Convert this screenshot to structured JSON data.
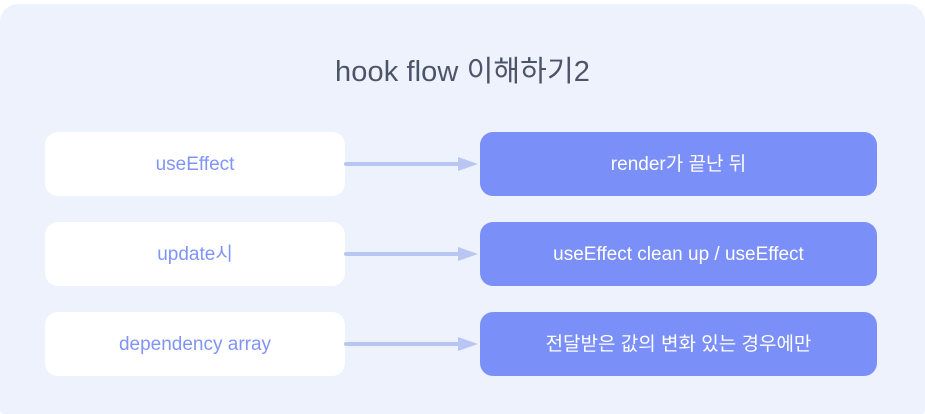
{
  "slide": {
    "title": "hook flow 이해하기2",
    "background_color": "#eef2fd",
    "title_color": "#4c5468",
    "left_node_bg": "#ffffff",
    "left_node_text_color": "#8094f8",
    "right_node_bg": "#7b8ff8",
    "right_node_text_color": "#ffffff",
    "connector_color": "#b9c6f3"
  },
  "rows": [
    {
      "left_label": "useEffect",
      "connector_icon": "arrow-right-icon",
      "right_label": "render가 끝난 뒤"
    },
    {
      "left_label": "update시",
      "connector_icon": "arrow-right-icon",
      "right_label": "useEffect clean up / useEffect"
    },
    {
      "left_label": "dependency array",
      "connector_icon": "arrow-right-icon",
      "right_label": "전달받은 값의 변화 있는 경우에만"
    }
  ]
}
